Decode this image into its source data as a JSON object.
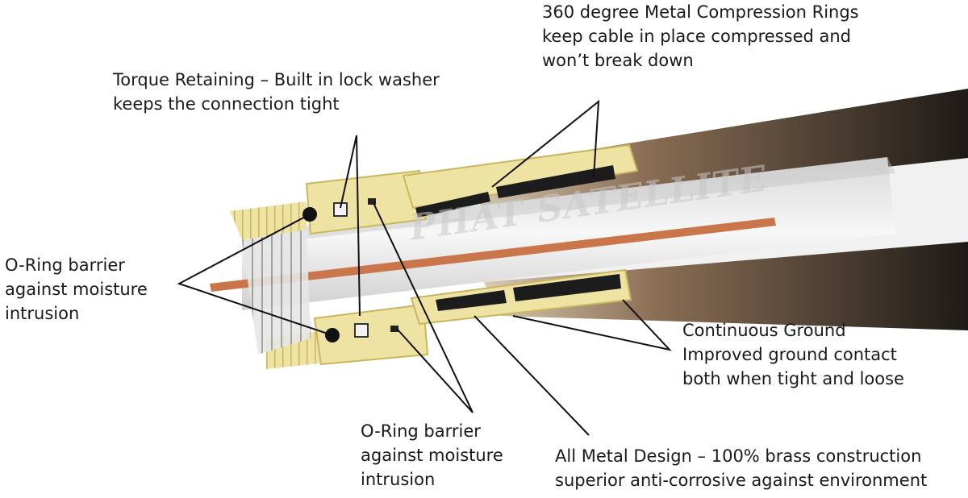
{
  "watermark": "PHAT SATELLITE",
  "colors": {
    "brass": "#efe3a4",
    "brass_edge": "#c9b65e",
    "compression_ring": "#1c1c1c",
    "copper_core": "#c9774a",
    "dielectric": "#eeeeee",
    "cable_jacket": "#2a2420",
    "leader_line": "#111111",
    "label_text": "#1a1a1a"
  },
  "callouts": {
    "compression": {
      "lines": [
        "360 degree Metal Compression Rings",
        "keep cable in place compressed and",
        "won’t break down"
      ]
    },
    "torque": {
      "lines": [
        "Torque Retaining – Built in lock washer",
        "keeps the connection tight"
      ]
    },
    "oring_left": {
      "lines": [
        "O-Ring barrier",
        "against moisture",
        "intrusion"
      ]
    },
    "ground": {
      "lines": [
        "Continuous Ground",
        "Improved ground contact",
        "both when tight and loose"
      ]
    },
    "oring_bottom": {
      "lines": [
        "O-Ring barrier",
        "against moisture",
        "intrusion"
      ]
    },
    "metal": {
      "lines": [
        "All Metal Design – 100% brass construction",
        "superior anti-corrosive against environment"
      ]
    }
  }
}
